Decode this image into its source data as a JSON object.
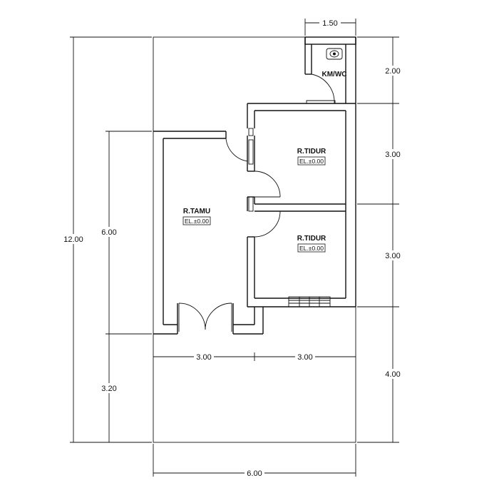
{
  "rooms": {
    "kmwc": {
      "label": "KM/WC"
    },
    "tidur_top": {
      "label": "R.TIDUR",
      "elevation": "EL.±0.00"
    },
    "tidur_bottom": {
      "label": "R.TIDUR",
      "elevation": "EL.±0.00"
    },
    "tamu": {
      "label": "R.TAMU",
      "elevation": "EL.±0.00"
    }
  },
  "dimensions": {
    "top_width": "1.50",
    "right_kmwc": "2.00",
    "right_tidur_top": "3.00",
    "right_tidur_bottom": "3.00",
    "right_front": "4.00",
    "left_total": "12.00",
    "left_tamu": "6.00",
    "left_front": "3.20",
    "mid_left": "3.00",
    "mid_right": "3.00",
    "bottom_width": "6.00"
  }
}
